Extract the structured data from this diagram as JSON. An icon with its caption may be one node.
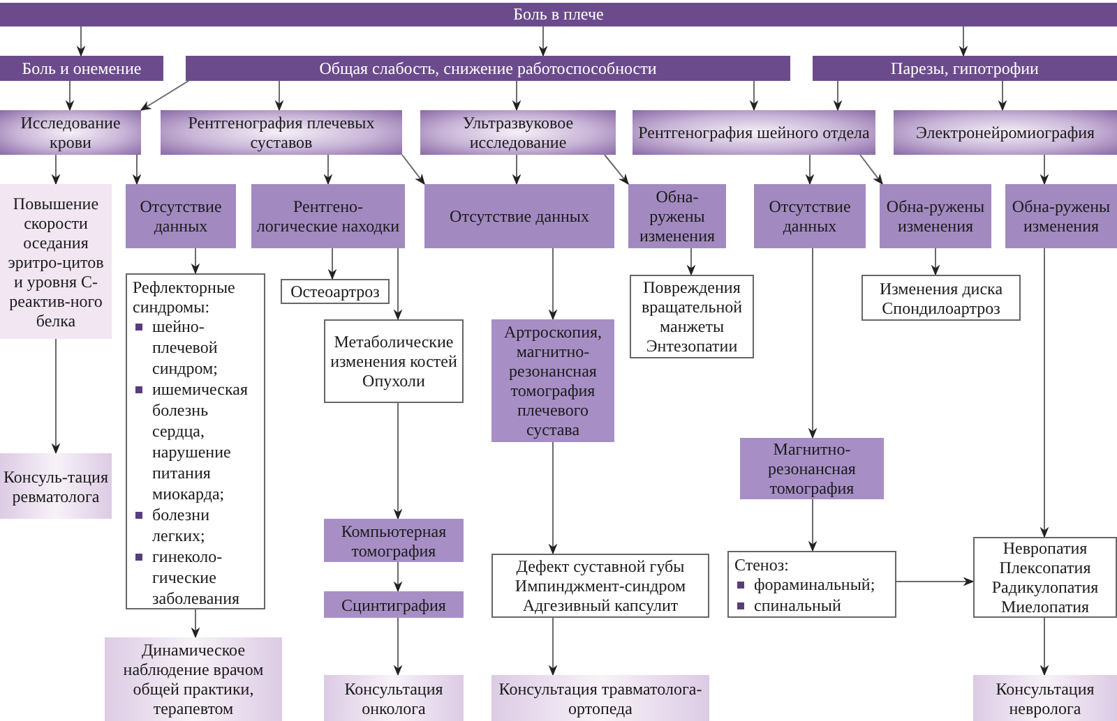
{
  "diagram": {
    "nodes": [
      {
        "text": [
          "Боль в плече"
        ]
      },
      {
        "text": [
          "Боль и онемение"
        ]
      },
      {
        "text": [
          "Общая слабость, снижение работоспособности"
        ]
      },
      {
        "text": [
          "Парезы, гипотрофии"
        ]
      },
      {
        "text": [
          "Исследование крови"
        ]
      },
      {
        "text": [
          "Рентгенография плечевых суставов"
        ]
      },
      {
        "text": [
          "Ультразвуковое исследование"
        ]
      },
      {
        "text": [
          "Рентгенография шейного отдела"
        ]
      },
      {
        "text": [
          "Электронейромиография"
        ]
      },
      {
        "text": [
          "Повышение скорости оседания эритро-цитов и уровня С-реактив-ного белка"
        ]
      },
      {
        "text": [
          "Отсутствие данных"
        ]
      },
      {
        "text": [
          "Рентгено-логические находки"
        ]
      },
      {
        "text": [
          "Отсутствие данных"
        ]
      },
      {
        "text": [
          "Обна-ружены изменения"
        ]
      },
      {
        "text": [
          "Отсутствие данных"
        ]
      },
      {
        "text": [
          "Обна-ружены изменения"
        ]
      },
      {
        "text": [
          "Обна-ружены изменения"
        ]
      },
      {
        "text": [
          "Рефлекторные синдромы:",
          "шейно-плечевой синдром;",
          "ишемическая болезнь сердца, нарушение питания миокарда;",
          "болезни легких;",
          "гинеколо-гические заболевания"
        ]
      },
      {
        "text": [
          "Остеоартроз"
        ]
      },
      {
        "text": [
          "Повреждения вращательной манжеты",
          "Энтезопатии"
        ]
      },
      {
        "text": [
          "Изменения диска",
          "Спондилоартроз"
        ]
      },
      {
        "text": [
          "Метаболические изменения костей",
          "Опухоли"
        ]
      },
      {
        "text": [
          "Артроскопия, магнитно-резонансная томография плечевого сустава"
        ]
      },
      {
        "text": [
          "Магнитно-резонансная томография"
        ]
      },
      {
        "text": [
          "Компьютерная томография"
        ]
      },
      {
        "text": [
          "Сцинтиграфия"
        ]
      },
      {
        "text": [
          "Дефект суставной губы",
          "Импинджмент-синдром",
          "Адгезивный капсулит"
        ]
      },
      {
        "text": [
          "Стеноз:",
          "фораминальный;",
          "спинальный"
        ]
      },
      {
        "text": [
          "Невропатия",
          "Плексопатия",
          "Радикулопатия",
          "Миелопатия"
        ]
      },
      {
        "text": [
          "Консуль-тация ревматолога"
        ]
      },
      {
        "text": [
          "Динамическое наблюдение врачом общей практики, терапевтом"
        ]
      },
      {
        "text": [
          "Консультация онколога"
        ]
      },
      {
        "text": [
          "Консультация травматолога-ортопеда"
        ]
      },
      {
        "text": [
          "Консультация невролога"
        ]
      }
    ],
    "edges": [
      {
        "from": 0,
        "to": 1,
        "arrow": "to"
      },
      {
        "from": 0,
        "to": 2,
        "arrow": "to"
      },
      {
        "from": 0,
        "to": 3,
        "arrow": "to"
      },
      {
        "from": 1,
        "to": 4,
        "arrow": "to"
      },
      {
        "from": 2,
        "to": 4,
        "arrow": "to"
      },
      {
        "from": 2,
        "to": 5,
        "arrow": "to"
      },
      {
        "from": 2,
        "to": 6,
        "arrow": "to"
      },
      {
        "from": 2,
        "to": 7,
        "arrow": "to"
      },
      {
        "from": 3,
        "to": 7,
        "arrow": "to"
      },
      {
        "from": 3,
        "to": 8,
        "arrow": "to"
      },
      {
        "from": 4,
        "to": 9,
        "arrow": "to"
      },
      {
        "from": 4,
        "to": 10,
        "arrow": "to"
      },
      {
        "from": 5,
        "to": 11,
        "arrow": "to"
      },
      {
        "from": 5,
        "to": 12,
        "arrow": "to"
      },
      {
        "from": 6,
        "to": 12,
        "arrow": "to"
      },
      {
        "from": 6,
        "to": 13,
        "arrow": "to"
      },
      {
        "from": 7,
        "to": 14,
        "arrow": "to"
      },
      {
        "from": 7,
        "to": 15,
        "arrow": "to"
      },
      {
        "from": 8,
        "to": 16,
        "arrow": "to"
      },
      {
        "from": 9,
        "to": 29,
        "arrow": "to"
      },
      {
        "from": 10,
        "to": 17,
        "arrow": "to"
      },
      {
        "from": 11,
        "to": 18,
        "arrow": "to"
      },
      {
        "from": 11,
        "to": 21,
        "arrow": "to"
      },
      {
        "from": 12,
        "to": 22,
        "arrow": "to"
      },
      {
        "from": 13,
        "to": 19,
        "arrow": "to"
      },
      {
        "from": 14,
        "to": 23,
        "arrow": "to"
      },
      {
        "from": 15,
        "to": 20,
        "arrow": "to"
      },
      {
        "from": 16,
        "to": 28,
        "arrow": "to"
      },
      {
        "from": 17,
        "to": 30,
        "arrow": "to"
      },
      {
        "from": 21,
        "to": 24,
        "arrow": "to"
      },
      {
        "from": 24,
        "to": 25,
        "arrow": "to"
      },
      {
        "from": 25,
        "to": 31,
        "arrow": "to"
      },
      {
        "from": 22,
        "to": 26,
        "arrow": "to"
      },
      {
        "from": 26,
        "to": 32,
        "arrow": "to"
      },
      {
        "from": 23,
        "to": 27,
        "arrow": "to"
      },
      {
        "from": 27,
        "to": 28,
        "arrow": "to"
      },
      {
        "from": 28,
        "to": 33,
        "arrow": "to"
      }
    ]
  }
}
